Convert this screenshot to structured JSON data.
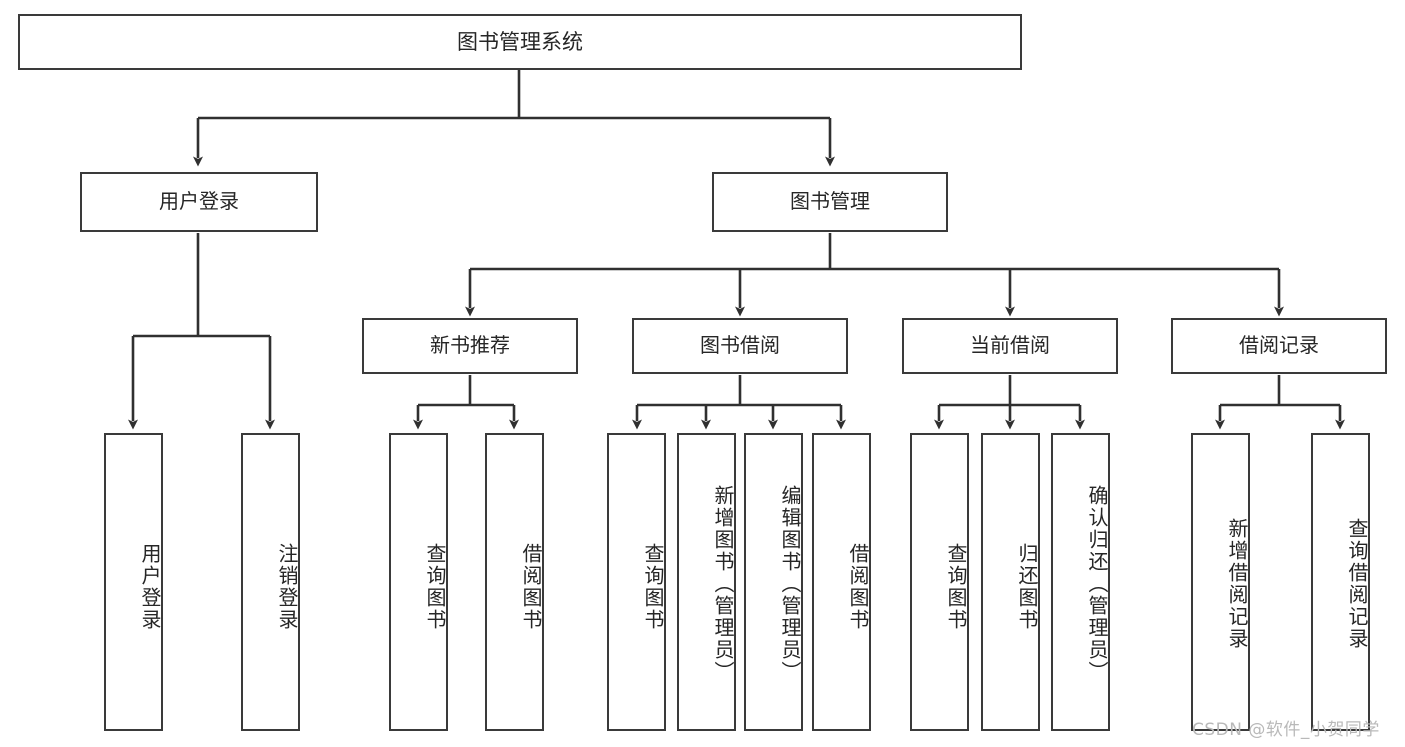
{
  "diagram": {
    "type": "tree",
    "title": "图书管理系统",
    "stroke_color": "#3a3a3a",
    "text_color": "#262626",
    "background": "#ffffff"
  },
  "nodes": {
    "root": {
      "label": "图书管理系统"
    },
    "level1": [
      {
        "label": "用户登录"
      },
      {
        "label": "图书管理"
      }
    ],
    "level2": [
      {
        "label": "新书推荐"
      },
      {
        "label": "图书借阅"
      },
      {
        "label": "当前借阅"
      },
      {
        "label": "借阅记录"
      }
    ],
    "leaves": {
      "user_login": [
        {
          "label": "用户登录"
        },
        {
          "label": "注销登录"
        }
      ],
      "new_book": [
        {
          "label": "查询图书"
        },
        {
          "label": "借阅图书"
        }
      ],
      "book_borrow": [
        {
          "label": "查询图书"
        },
        {
          "label": "新增图书（管理员）"
        },
        {
          "label": "编辑图书（管理员）"
        },
        {
          "label": "借阅图书"
        }
      ],
      "current_borrow": [
        {
          "label": "查询图书"
        },
        {
          "label": "归还图书"
        },
        {
          "label": "确认归还（管理员）"
        }
      ],
      "borrow_record": [
        {
          "label": "新增借阅记录"
        },
        {
          "label": "查询借阅记录"
        }
      ]
    }
  },
  "watermark": {
    "text": "CSDN @软件_小贺同学"
  }
}
